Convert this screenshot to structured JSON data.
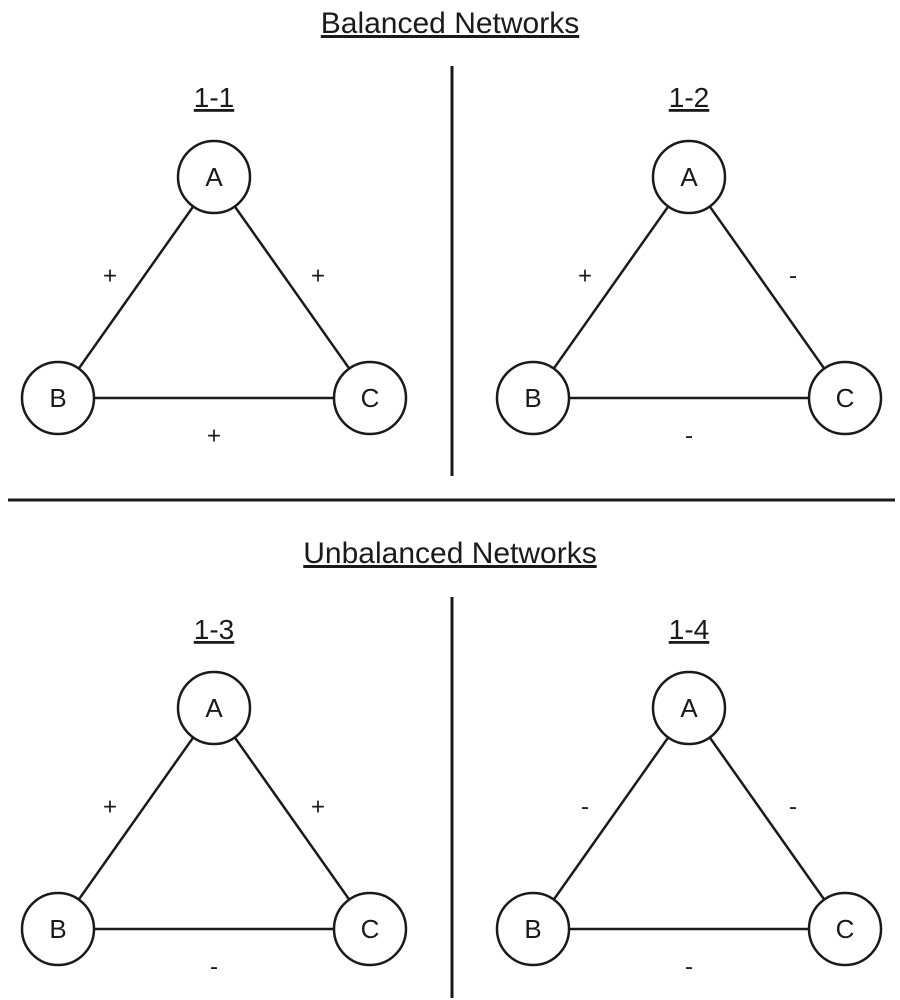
{
  "sections": [
    {
      "title": "Balanced Networks",
      "panels": [
        {
          "label": "1-1",
          "nodes": [
            "A",
            "B",
            "C"
          ],
          "edges": [
            {
              "from": "A",
              "to": "B",
              "sign": "+"
            },
            {
              "from": "A",
              "to": "C",
              "sign": "+"
            },
            {
              "from": "B",
              "to": "C",
              "sign": "+"
            }
          ]
        },
        {
          "label": "1-2",
          "nodes": [
            "A",
            "B",
            "C"
          ],
          "edges": [
            {
              "from": "A",
              "to": "B",
              "sign": "+"
            },
            {
              "from": "A",
              "to": "C",
              "sign": "-"
            },
            {
              "from": "B",
              "to": "C",
              "sign": "-"
            }
          ]
        }
      ]
    },
    {
      "title": "Unbalanced Networks",
      "panels": [
        {
          "label": "1-3",
          "nodes": [
            "A",
            "B",
            "C"
          ],
          "edges": [
            {
              "from": "A",
              "to": "B",
              "sign": "+"
            },
            {
              "from": "A",
              "to": "C",
              "sign": "+"
            },
            {
              "from": "B",
              "to": "C",
              "sign": "-"
            }
          ]
        },
        {
          "label": "1-4",
          "nodes": [
            "A",
            "B",
            "C"
          ],
          "edges": [
            {
              "from": "A",
              "to": "B",
              "sign": "-"
            },
            {
              "from": "A",
              "to": "C",
              "sign": "-"
            },
            {
              "from": "B",
              "to": "C",
              "sign": "-"
            }
          ]
        }
      ]
    }
  ]
}
